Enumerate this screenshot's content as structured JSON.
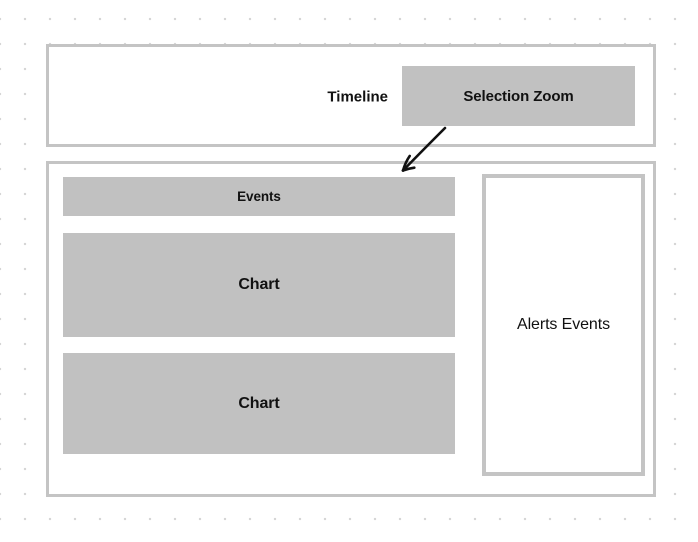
{
  "diagram_title": "dashboard-wireframe",
  "timeline_panel": {
    "label": "Timeline",
    "selection_zoom_label": "Selection Zoom"
  },
  "detail_panel": {
    "events_label": "Events",
    "chart_top_label": "Chart",
    "chart_bottom_label": "Chart",
    "alerts_label": "Alerts Events"
  },
  "arrow": {
    "icon": "arrow-down-left-icon",
    "from": "selection-zoom-box",
    "to": "detail-panel"
  },
  "colors": {
    "shape_fill": "#c1c1c1",
    "panel_border": "#c4c4c4",
    "dot_grid": "#d6d6d6",
    "label_text": "#111111",
    "arrow": "#111111",
    "canvas_bg": "#ffffff"
  }
}
